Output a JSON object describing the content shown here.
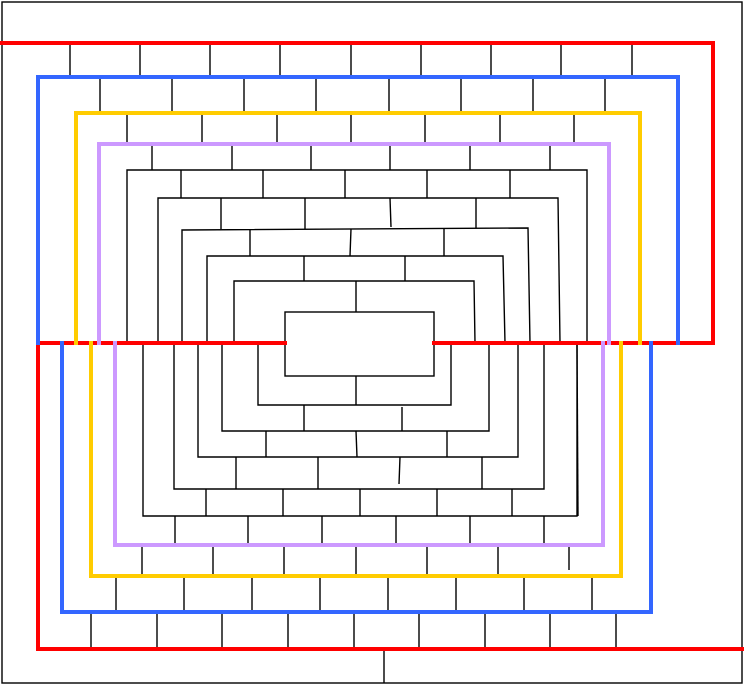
{
  "diagram": {
    "kind": "maze-like nested rectangular line pattern",
    "colors": {
      "outline": "#000000",
      "red": "#ff0000",
      "blue": "#3366ff",
      "yellow": "#ffcc00",
      "purple": "#cc99ff"
    },
    "colored_paths": [
      "red",
      "blue",
      "yellow",
      "purple"
    ]
  }
}
